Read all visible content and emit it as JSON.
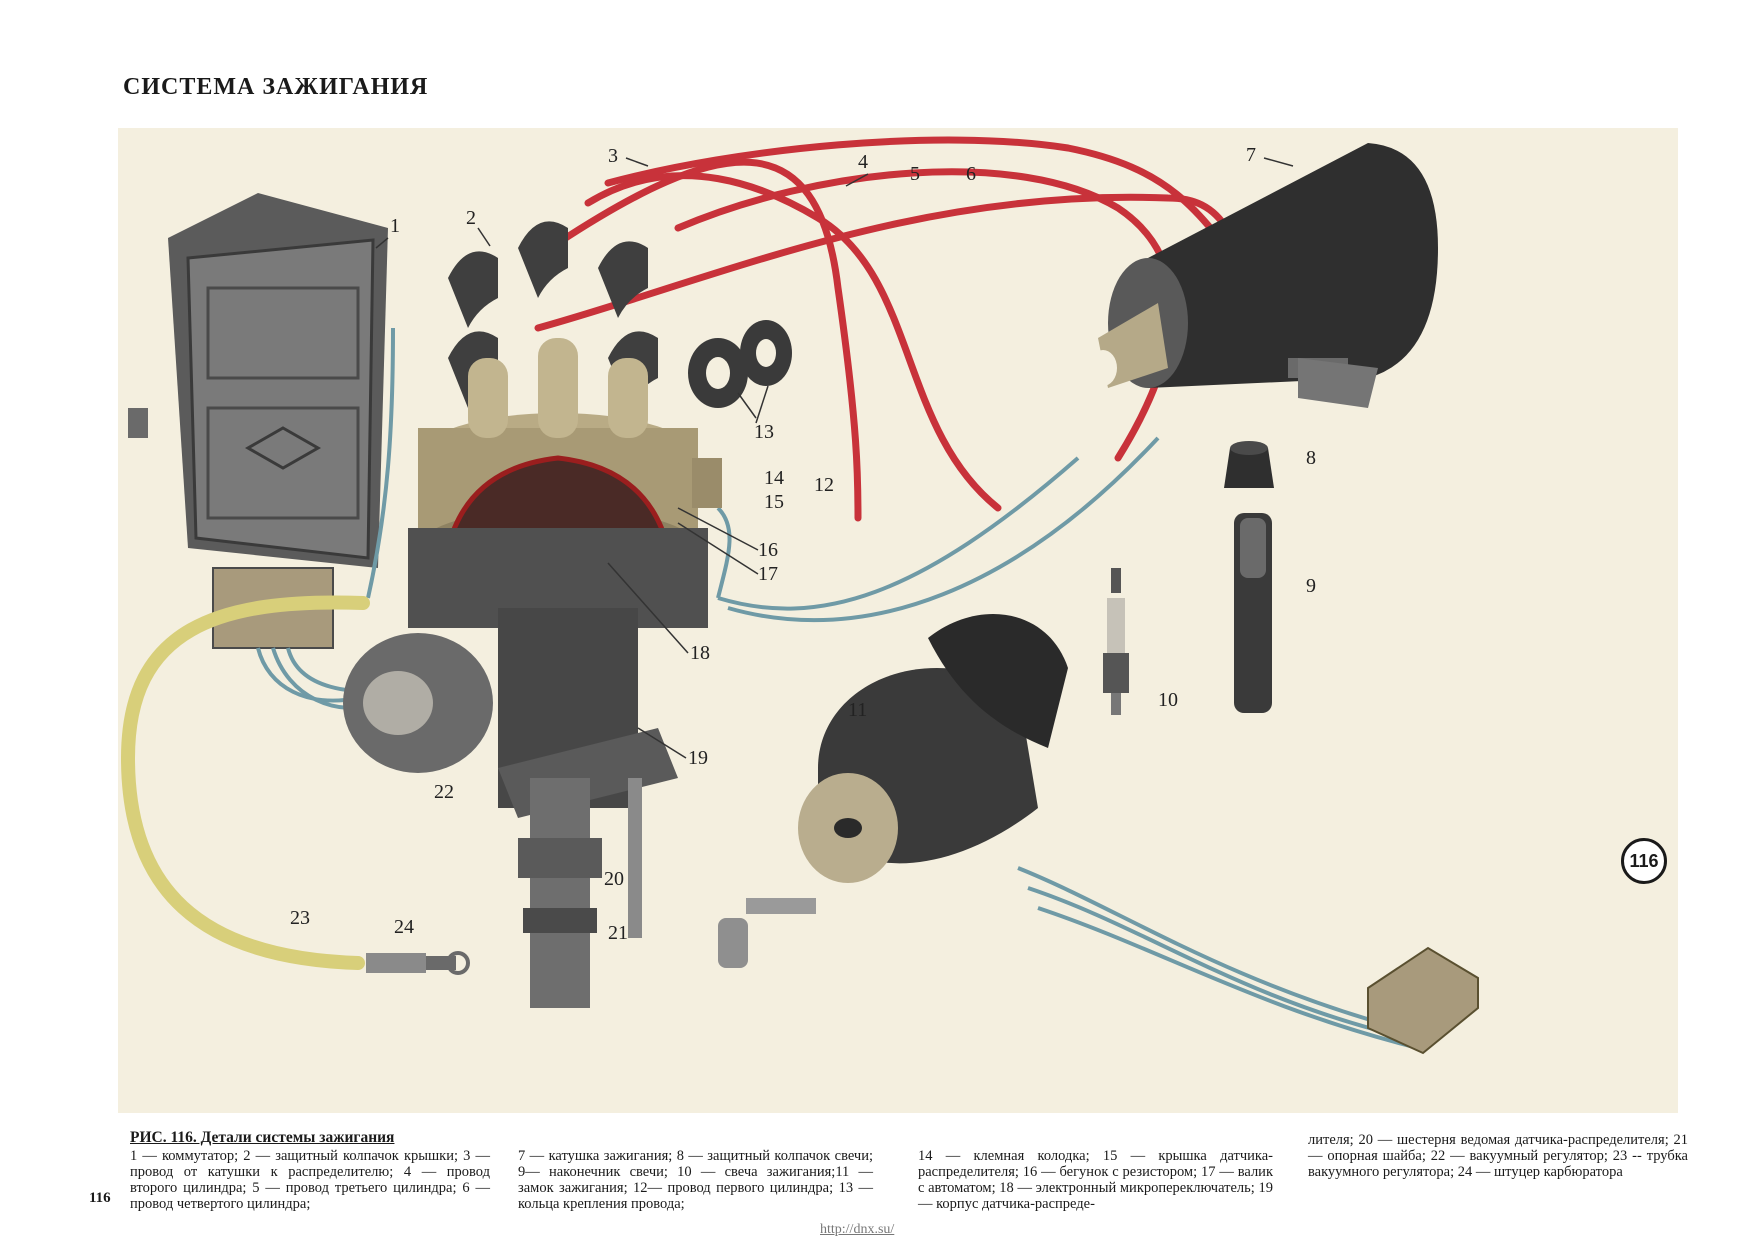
{
  "page_title": "СИСТЕМА ЗАЖИГАНИЯ",
  "figure_badge": "116",
  "callouts": [
    "1",
    "2",
    "3",
    "4",
    "5",
    "6",
    "7",
    "8",
    "9",
    "10",
    "11",
    "12",
    "13",
    "14",
    "15",
    "16",
    "17",
    "18",
    "19",
    "20",
    "21",
    "22",
    "23",
    "24"
  ],
  "caption": {
    "title": "РИС. 116. Детали системы зажигания",
    "col1": "1 — коммутатор; 2 — защитный колпачок крышки; 3 — провод от катушки к распределителю; 4 — провод второго цилиндра; 5 — провод третьего цилиндра; 6 — провод четвертого цилиндра;",
    "col2": "7 — катушка зажигания; 8 — защитный колпачок свечи; 9— наконечник свечи; 10 — свеча зажигания;11 — замок зажигания; 12— провод первого цилиндра; 13 — кольца крепления провода;",
    "col3": "14 — клемная колодка; 15 — крышка датчика-распределителя; 16 — бегунок с резистором; 17 — валик с автоматом; 18 — электронный микропереключатель; 19 — корпус датчика-распреде-",
    "col4": "лителя; 20 — шестерня ведомая датчика-распределителя; 21 — опорная шайба; 22 — вакуумный регулятор; 23 -- трубка вакуумного регулятора; 24 — штуцер карбюратора"
  },
  "page_number": "116",
  "watermark": "http://dnx.su/",
  "colors": {
    "wire_red": "#c8323a",
    "wire_blue": "#6f9aa6",
    "tube_yellow": "#d8cf7a",
    "body_dark": "#3a3a3a",
    "background": "#f4efdf"
  }
}
